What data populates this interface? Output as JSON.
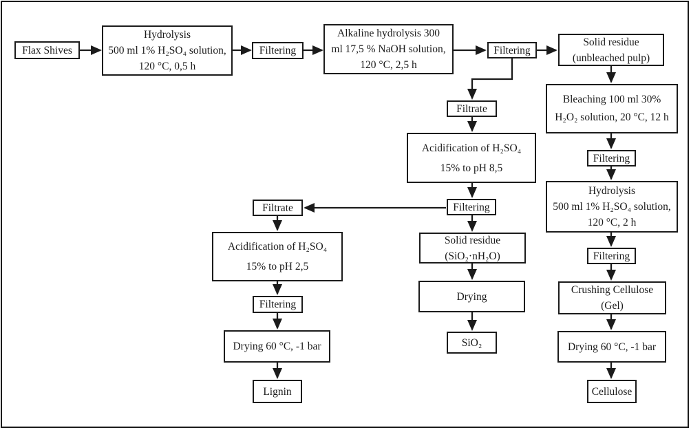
{
  "figure": {
    "background": "#ffffff",
    "line_color": "#1b1b1b",
    "description": "Flowchart of flax shives processing into cellulose, lignin and SiO2"
  },
  "nodes": {
    "flax_shives": {
      "label": "Flax Shives"
    },
    "hydrolysis_1": {
      "line1": "Hydrolysis",
      "line2": "500 ml 1% H₂SO₄ solution,",
      "line3": "120 °C, 0,5 h"
    },
    "filtering_1": {
      "label": "Filtering"
    },
    "alkaline_hydrolysis": {
      "line1": "Alkaline hydrolysis 300",
      "line2": "ml 17,5 % NaOH solution,",
      "line3": "120 °C, 2,5 h"
    },
    "filtering_2": {
      "label": "Filtering"
    },
    "solid_residue_pulp": {
      "line1": "Solid residue",
      "line2": "(unbleached pulp)"
    },
    "bleaching": {
      "line1": "Bleaching 100 ml 30%",
      "line2": "H₂O₂ solution, 20 °C, 12 h"
    },
    "filtering_3": {
      "label": "Filtering"
    },
    "hydrolysis_2": {
      "line1": "Hydrolysis",
      "line2": "500 ml 1% H₂SO₄ solution,",
      "line3": "120 °C, 2 h"
    },
    "filtering_4": {
      "label": "Filtering"
    },
    "crushing_cellulose": {
      "line1": "Crushing Cellulose",
      "line2": "(Gel)"
    },
    "drying_cellulose": {
      "label": "Drying 60 °C, -1 bar"
    },
    "cellulose": {
      "label": "Cellulose"
    },
    "filtrate_1": {
      "label": "Filtrate"
    },
    "acidification_ph85": {
      "line1": "Acidification of H₂SO₄",
      "line2": "15% to pH 8,5"
    },
    "filtering_5": {
      "label": "Filtering"
    },
    "solid_residue_sio2": {
      "line1": "Solid residue",
      "line2": "(SiO₂·nH₂O)"
    },
    "drying_sio2": {
      "label": "Drying"
    },
    "sio2": {
      "label": "SiO₂"
    },
    "filtrate_2": {
      "label": "Filtrate"
    },
    "acidification_ph25": {
      "line1": "Acidification of H₂SO₄",
      "line2": "15% to pH 2,5"
    },
    "filtering_6": {
      "label": "Filtering"
    },
    "drying_lignin": {
      "label": "Drying 60 °C, -1 bar"
    },
    "lignin": {
      "label": "Lignin"
    }
  },
  "edges": [
    {
      "from": "flax_shives",
      "to": "hydrolysis_1"
    },
    {
      "from": "hydrolysis_1",
      "to": "filtering_1"
    },
    {
      "from": "filtering_1",
      "to": "alkaline_hydrolysis"
    },
    {
      "from": "alkaline_hydrolysis",
      "to": "filtering_2"
    },
    {
      "from": "filtering_2",
      "to": "solid_residue_pulp"
    },
    {
      "from": "filtering_2",
      "to": "filtrate_1"
    },
    {
      "from": "solid_residue_pulp",
      "to": "bleaching"
    },
    {
      "from": "bleaching",
      "to": "filtering_3"
    },
    {
      "from": "filtering_3",
      "to": "hydrolysis_2"
    },
    {
      "from": "hydrolysis_2",
      "to": "filtering_4"
    },
    {
      "from": "filtering_4",
      "to": "crushing_cellulose"
    },
    {
      "from": "crushing_cellulose",
      "to": "drying_cellulose"
    },
    {
      "from": "drying_cellulose",
      "to": "cellulose"
    },
    {
      "from": "filtrate_1",
      "to": "acidification_ph85"
    },
    {
      "from": "acidification_ph85",
      "to": "filtering_5"
    },
    {
      "from": "filtering_5",
      "to": "filtrate_2"
    },
    {
      "from": "filtering_5",
      "to": "solid_residue_sio2"
    },
    {
      "from": "solid_residue_sio2",
      "to": "drying_sio2"
    },
    {
      "from": "drying_sio2",
      "to": "sio2"
    },
    {
      "from": "filtrate_2",
      "to": "acidification_ph25"
    },
    {
      "from": "acidification_ph25",
      "to": "filtering_6"
    },
    {
      "from": "filtering_6",
      "to": "drying_lignin"
    },
    {
      "from": "drying_lignin",
      "to": "lignin"
    }
  ]
}
